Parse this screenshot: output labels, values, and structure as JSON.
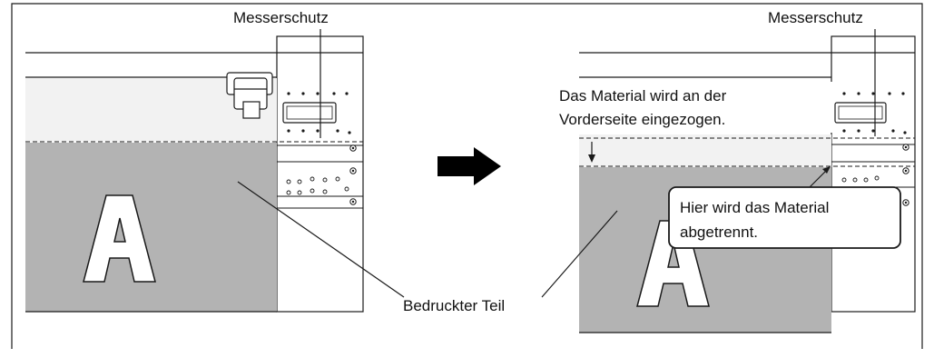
{
  "labels": {
    "cutter_guard_left": "Messerschutz",
    "cutter_guard_right": "Messerschutz",
    "printed_part": "Bedruckter Teil",
    "feed_note_line1": "Das Material wird an der",
    "feed_note_line2": "Vorderseite eingezogen.",
    "cut_note_line1": "Hier wird das Material",
    "cut_note_line2": "abgetrennt.",
    "letter_left": "A",
    "letter_right": "A"
  },
  "colors": {
    "printed_area": "#b3b3b3",
    "unprinted_area": "#f2f2f2",
    "line": "#1a1a1a",
    "arrow": "#000000"
  }
}
